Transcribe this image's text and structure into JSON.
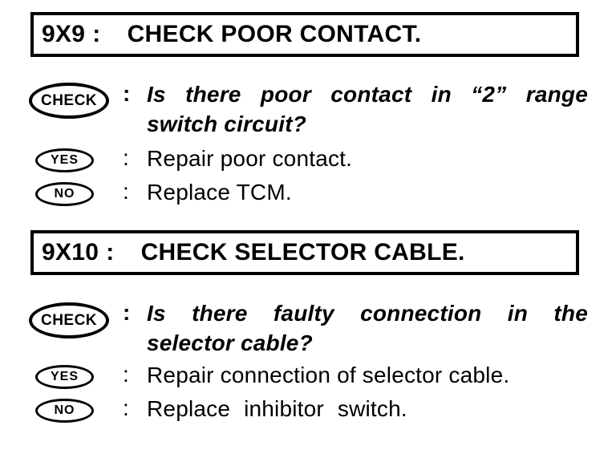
{
  "page": {
    "background": "#ffffff",
    "ink": "#000000"
  },
  "labels": {
    "check": "CHECK",
    "yes": "YES",
    "no": "NO",
    "separator": ":"
  },
  "steps": [
    {
      "id": "9X9",
      "title": "CHECK POOR CONTACT.",
      "question_lines": [
        "Is there poor contact in “2” range",
        "switch circuit?"
      ],
      "yes_action": "Repair poor contact.",
      "no_action": "Replace TCM."
    },
    {
      "id": "9X10",
      "title": "CHECK SELECTOR CABLE.",
      "question_lines": [
        "Is there faulty connection in the",
        "selector cable?"
      ],
      "yes_action": "Repair connection of selector cable.",
      "no_action": "Replace inhibitor switch."
    }
  ]
}
